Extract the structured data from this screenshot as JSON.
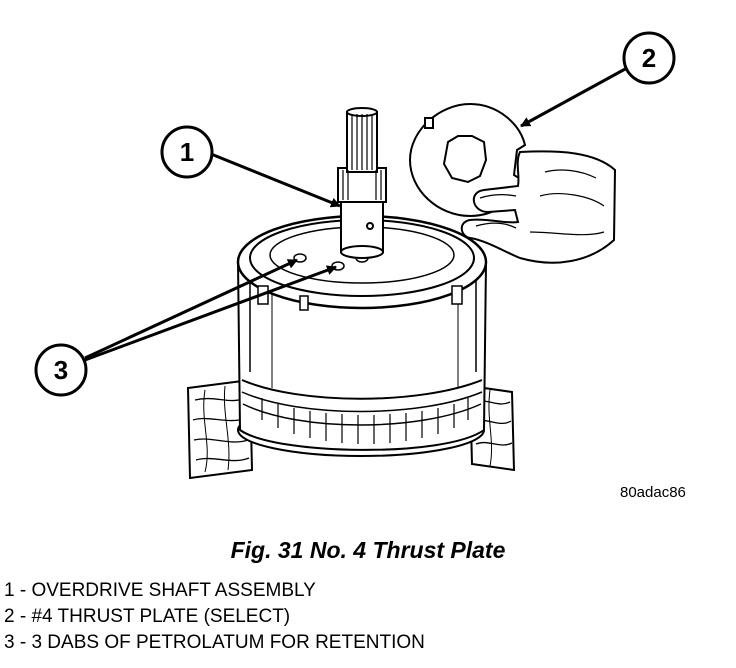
{
  "figure": {
    "image_code": "80adac86",
    "caption": "Fig. 31 No. 4 Thrust Plate"
  },
  "callouts": [
    {
      "number": "1"
    },
    {
      "number": "2"
    },
    {
      "number": "3"
    }
  ],
  "legend": [
    "1 - OVERDRIVE SHAFT ASSEMBLY",
    "2 - #4 THRUST PLATE (SELECT)",
    "3 - 3 DABS OF PETROLATUM FOR RETENTION"
  ]
}
